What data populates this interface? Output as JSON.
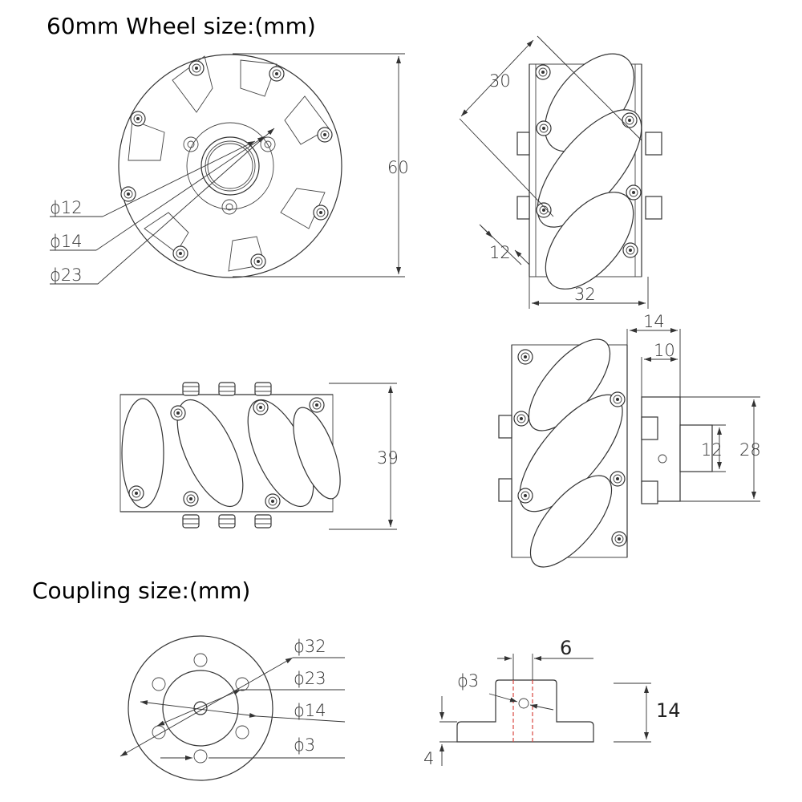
{
  "headings": {
    "wheel": "60mm Wheel size:(mm)",
    "coupling": "Coupling size:(mm)"
  },
  "front_view": {
    "d12": "ϕ12",
    "d14": "ϕ14",
    "d23": "ϕ23",
    "height": "60"
  },
  "side_view": {
    "angle_len": "30",
    "offset": "12",
    "width": "32"
  },
  "bottom_view": {
    "height": "39"
  },
  "coupled_view": {
    "d14": "14",
    "d10": "10",
    "d12": "12",
    "d28": "28"
  },
  "coupling_front": {
    "d32": "ϕ32",
    "d23": "ϕ23",
    "d14": "ϕ14",
    "d3": "ϕ3"
  },
  "coupling_side": {
    "w6": "6",
    "hole": "ϕ3",
    "h14": "14",
    "h4": "4"
  }
}
